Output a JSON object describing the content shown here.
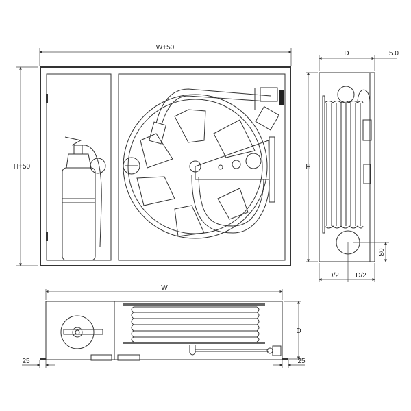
{
  "front_view": {
    "width_label": "W+50",
    "height_label": "H+50"
  },
  "side_view": {
    "depth_label": "D",
    "offset_label": "5.0",
    "height_label": "H",
    "outlet_height_label": "80",
    "half_depth_left": "D/2",
    "half_depth_right": "D/2"
  },
  "top_view": {
    "width_label": "W",
    "depth_label": "D",
    "left_margin_label": "25",
    "right_margin_label": "25"
  }
}
